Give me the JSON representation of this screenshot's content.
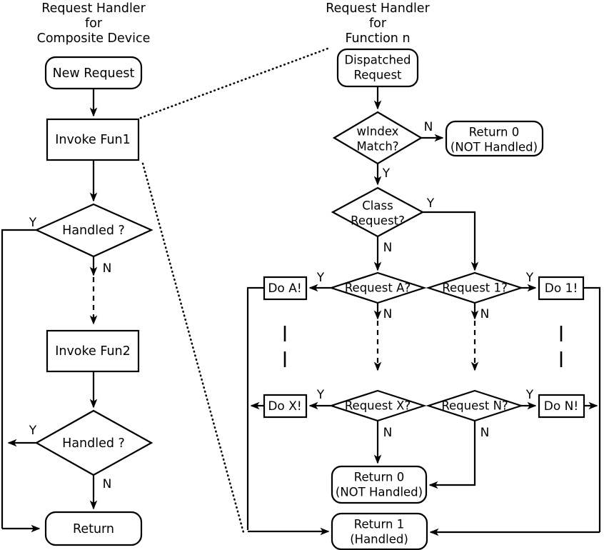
{
  "diagram": {
    "title_left": [
      "Request Handler",
      "for",
      "Composite Device"
    ],
    "title_right": [
      "Request Handler",
      "for",
      "Function n"
    ],
    "left_flow": {
      "new_request": "New Request",
      "invoke_fun1": "Invoke Fun1",
      "handled_1": "Handled ?",
      "invoke_fun2": "Invoke Fun2",
      "handled_2": "Handled ?",
      "return": "Return",
      "branch_y_1": "Y",
      "branch_n_1": "N",
      "branch_y_2": "Y",
      "branch_n_2": "N"
    },
    "right_flow": {
      "dispatched_request": [
        "Dispatched",
        "Request"
      ],
      "windex_match": [
        "wIndex",
        "Match?"
      ],
      "return0_top": [
        "Return 0",
        "(NOT Handled)"
      ],
      "class_request": [
        "Class",
        "Request?"
      ],
      "request_a": "Request A?",
      "request_1": "Request 1?",
      "request_x": "Request X?",
      "request_n": "Request N?",
      "do_a": "Do A!",
      "do_1": "Do 1!",
      "do_x": "Do X!",
      "do_n": "Do N!",
      "return0_bottom": [
        "Return 0",
        "(NOT Handled)"
      ],
      "return1": [
        "Return 1",
        "(Handled)"
      ],
      "branch_windex_n": "N",
      "branch_windex_y": "Y",
      "branch_class_y": "Y",
      "branch_class_n": "N",
      "branch_a_y": "Y",
      "branch_a_n": "N",
      "branch_1_y": "Y",
      "branch_1_n": "N",
      "branch_x_y": "Y",
      "branch_x_n": "N",
      "branch_n_y": "Y",
      "branch_n_n": "N"
    },
    "colors": {
      "stroke": "#000000",
      "fill": "#ffffff",
      "background": "#ffffff"
    }
  }
}
